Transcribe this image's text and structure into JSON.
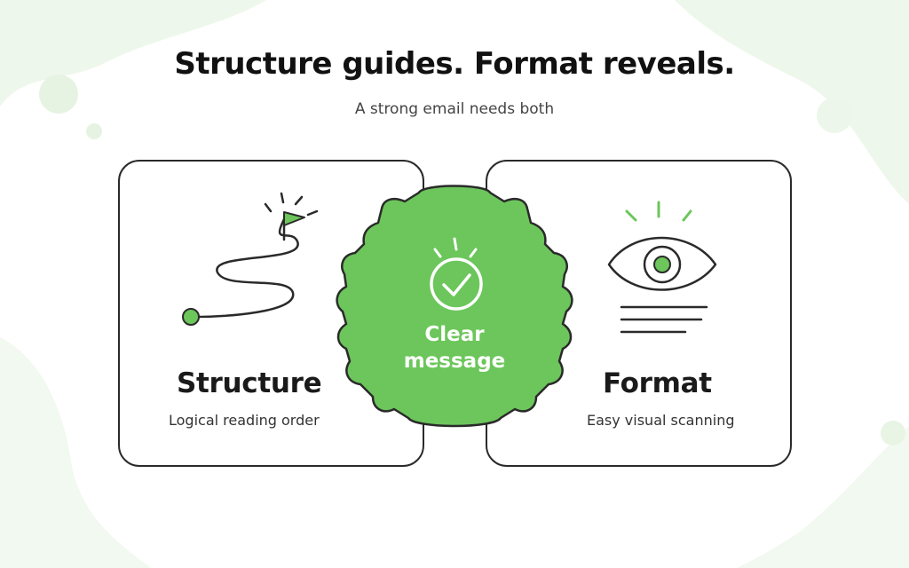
{
  "header": {
    "title": "Structure guides. Format reveals.",
    "subtitle": "A strong email needs both"
  },
  "cards": {
    "structure": {
      "title": "Structure",
      "description": "Logical reading order",
      "icon": "winding-path-flag-icon"
    },
    "format": {
      "title": "Format",
      "description": "Easy visual scanning",
      "icon": "eye-text-lines-icon"
    }
  },
  "hub": {
    "line1": "Clear",
    "line2": "message",
    "icon": "checkmark-circle-icon"
  },
  "colors": {
    "accent_green": "#6cc65b",
    "outline": "#2a2a2a",
    "background_blob": "#edf7ea"
  }
}
